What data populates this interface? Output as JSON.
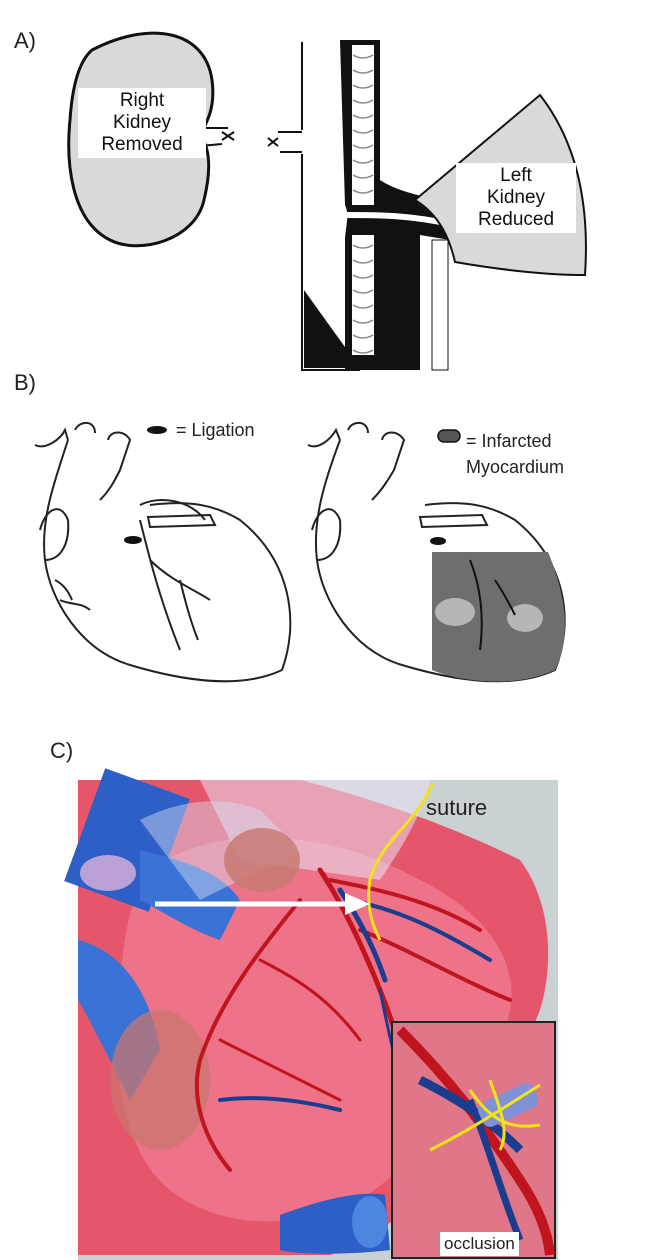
{
  "panels": {
    "a": {
      "label": "A)",
      "right_kidney": "Right\nKidney\nRemoved",
      "left_kidney": "Left\nKidney\nReduced"
    },
    "b": {
      "label": "B)",
      "legend_ligation": "= Ligation",
      "legend_infarct": "= Infarcted\nMyocardium"
    },
    "c": {
      "label": "C)",
      "suture": "suture",
      "occlusion": "occlusion"
    }
  },
  "colors": {
    "ink": "#111111",
    "kidney_fill": "#d9d9d9",
    "heart_red": "#e23a4a",
    "vessel_blue": "#2a5fc9",
    "suture_yellow": "#f2e21a",
    "background_c": "#c9d1d3"
  }
}
